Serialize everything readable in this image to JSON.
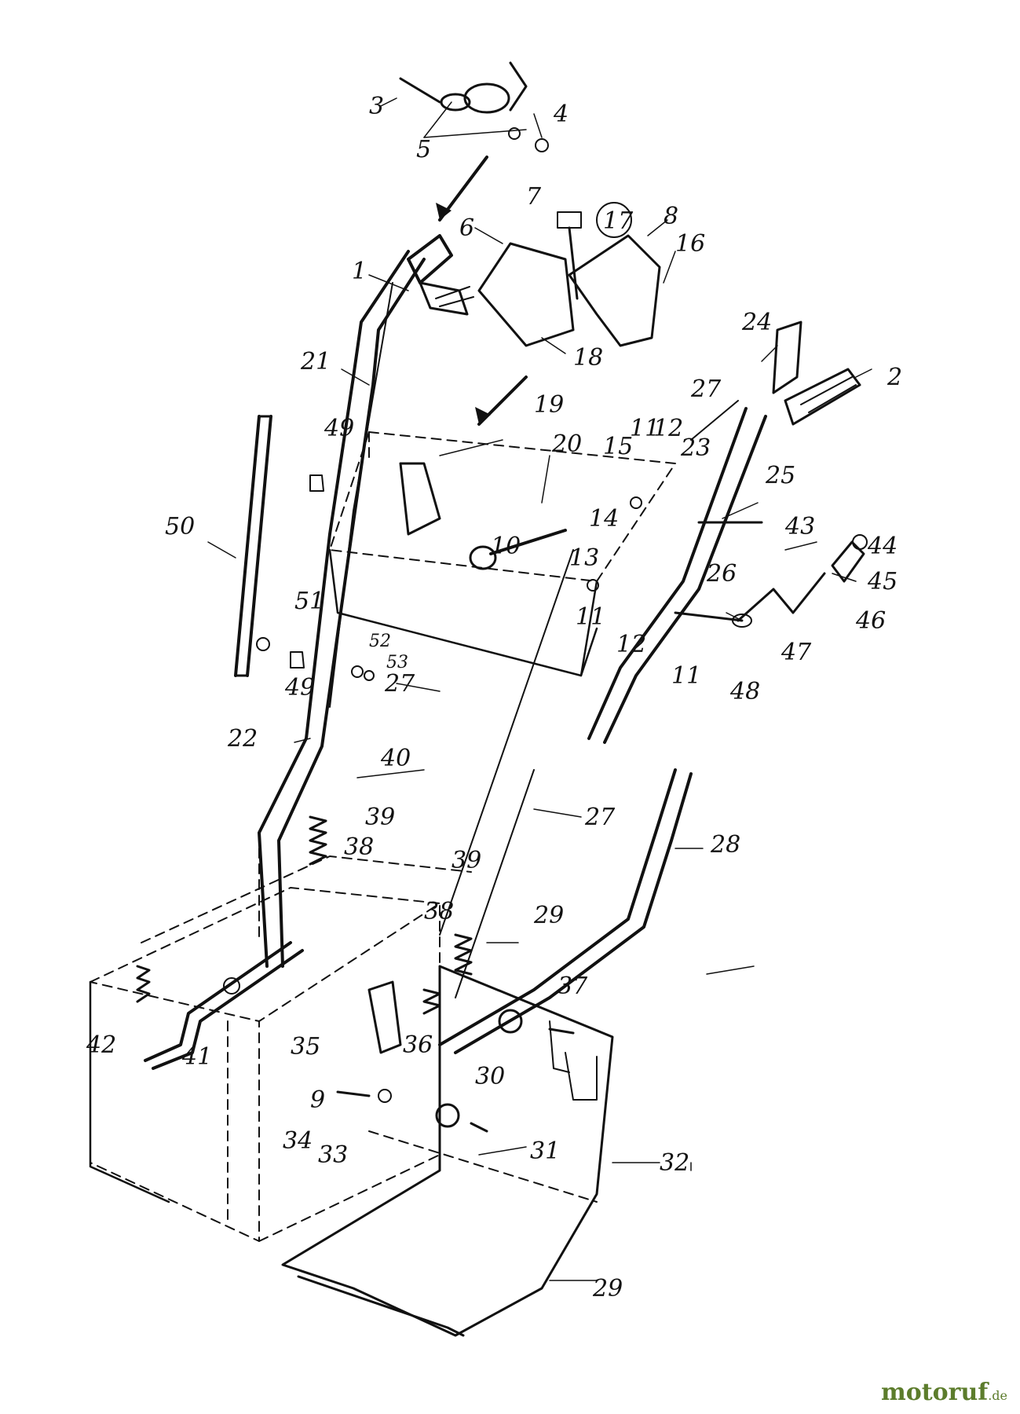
{
  "diagram": {
    "part_labels": [
      "1",
      "2",
      "3",
      "4",
      "5",
      "6",
      "7",
      "8",
      "16",
      "17",
      "18",
      "19",
      "20",
      "21",
      "22",
      "23",
      "24",
      "25",
      "26",
      "27",
      "28",
      "29",
      "30",
      "31",
      "32",
      "33",
      "34",
      "35",
      "36",
      "37",
      "38",
      "39",
      "40",
      "41",
      "42",
      "43",
      "44",
      "45",
      "46",
      "47",
      "48",
      "49",
      "50",
      "51",
      "52",
      "53",
      "9",
      "10",
      "11",
      "12",
      "13",
      "14",
      "15"
    ]
  },
  "watermark": {
    "main": "motoruf",
    "tld": ".de"
  },
  "colors": {
    "ink": "#111111",
    "background": "#ffffff",
    "watermark": "#5c7c2c"
  }
}
